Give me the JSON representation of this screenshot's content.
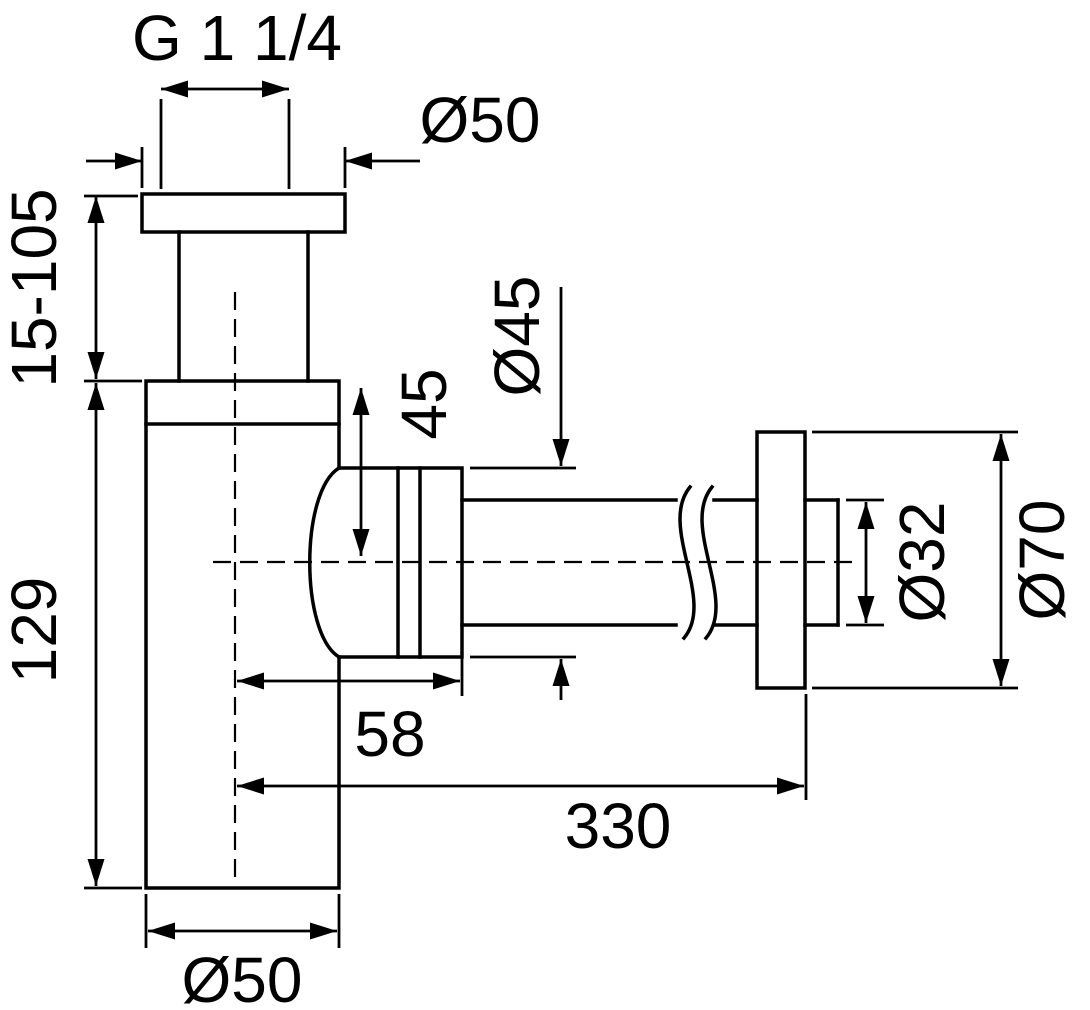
{
  "diagram": {
    "type": "technical-drawing",
    "subject": "bottle trap siphon with horizontal wall outlet, dimensioned",
    "background": "#ffffff",
    "line_color": "#000000",
    "dimensions": {
      "inlet_thread": "G 1 1/4",
      "top_flange_diameter": "Ø50",
      "inlet_adjustment": "15-105",
      "body_height": "129",
      "outlet_drop": "45",
      "outlet_nut_diameter": "Ø45",
      "outlet_pipe_diameter": "Ø32",
      "wall_rosette_diameter": "Ø70",
      "center_to_nut": "58",
      "center_to_wall": "330",
      "body_diameter": "Ø50"
    }
  }
}
